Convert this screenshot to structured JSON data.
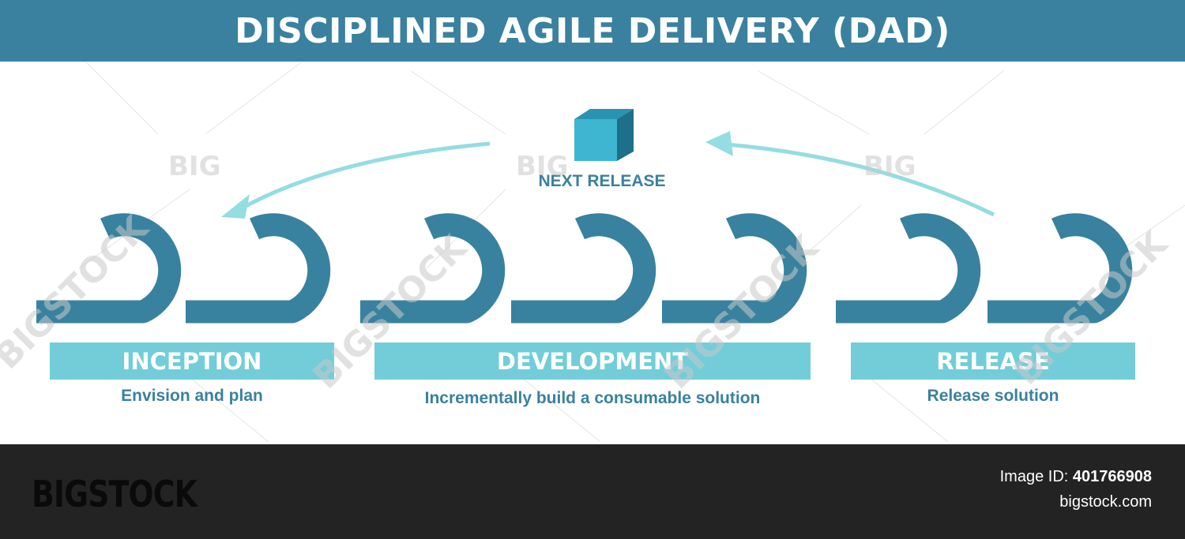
{
  "title": "DISCIPLINED AGILE DELIVERY (DAD)",
  "next_release": {
    "label": "NEXT RELEASE"
  },
  "phases": [
    {
      "label": "INCEPTION",
      "caption": "Envision and plan"
    },
    {
      "label": "DEVELOPMENT",
      "caption": "Incrementally build a consumable solution"
    },
    {
      "label": "RELEASE",
      "caption": "Release solution"
    }
  ],
  "watermark": {
    "brand": "BIGSTOCK",
    "short": "BIG"
  },
  "footer": {
    "logo": "BIGSTOCK",
    "image_id_label": "Image ID:",
    "image_id_value": "401766908",
    "site": "bigstock.com"
  },
  "colors": {
    "header": "#3a819f",
    "loop": "#38829f",
    "phase_bar": "#72cdd9",
    "arrow": "#94dde2",
    "cube_front": "#3eb6d2",
    "cube_top": "#2a93b1",
    "cube_side": "#1e6f8a",
    "footer": "#232323"
  }
}
